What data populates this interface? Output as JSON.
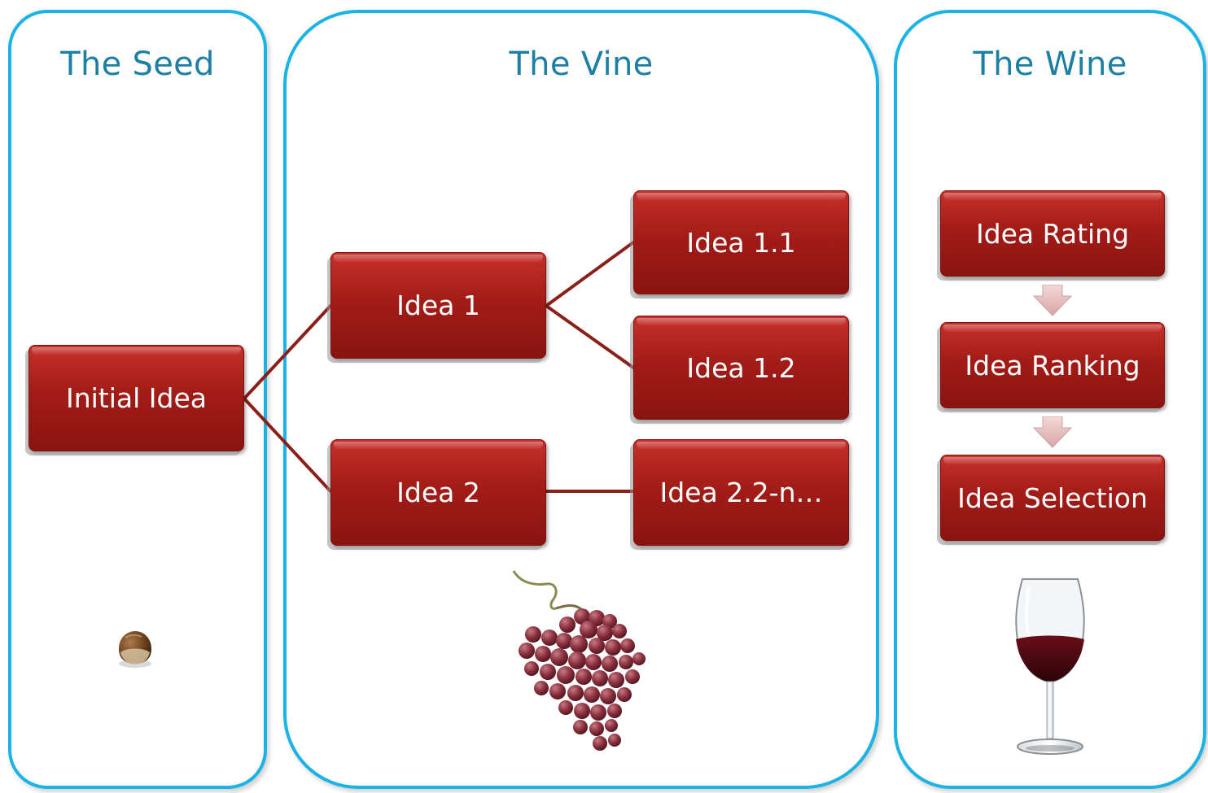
{
  "panels": {
    "seed": {
      "title": "The Seed"
    },
    "vine": {
      "title": "The Vine"
    },
    "wine": {
      "title": "The Wine"
    }
  },
  "nodes": {
    "initial": "Initial Idea",
    "idea1": "Idea 1",
    "idea2": "Idea 2",
    "idea11": "Idea 1.1",
    "idea12": "Idea 1.2",
    "idea22n": "Idea 2.2-n…"
  },
  "wine_steps": [
    "Idea Rating",
    "Idea Ranking",
    "Idea Selection"
  ],
  "colors": {
    "panel_border": "#1ab3e6",
    "panel_title": "#1c7fa3",
    "box_fill": "#a31c17",
    "connector": "#8b1f1a",
    "arrow": "#e8c2c2"
  },
  "icons": {
    "seed": "hazelnut-icon",
    "vine": "grape-bunch-icon",
    "wine": "wine-glass-icon"
  }
}
